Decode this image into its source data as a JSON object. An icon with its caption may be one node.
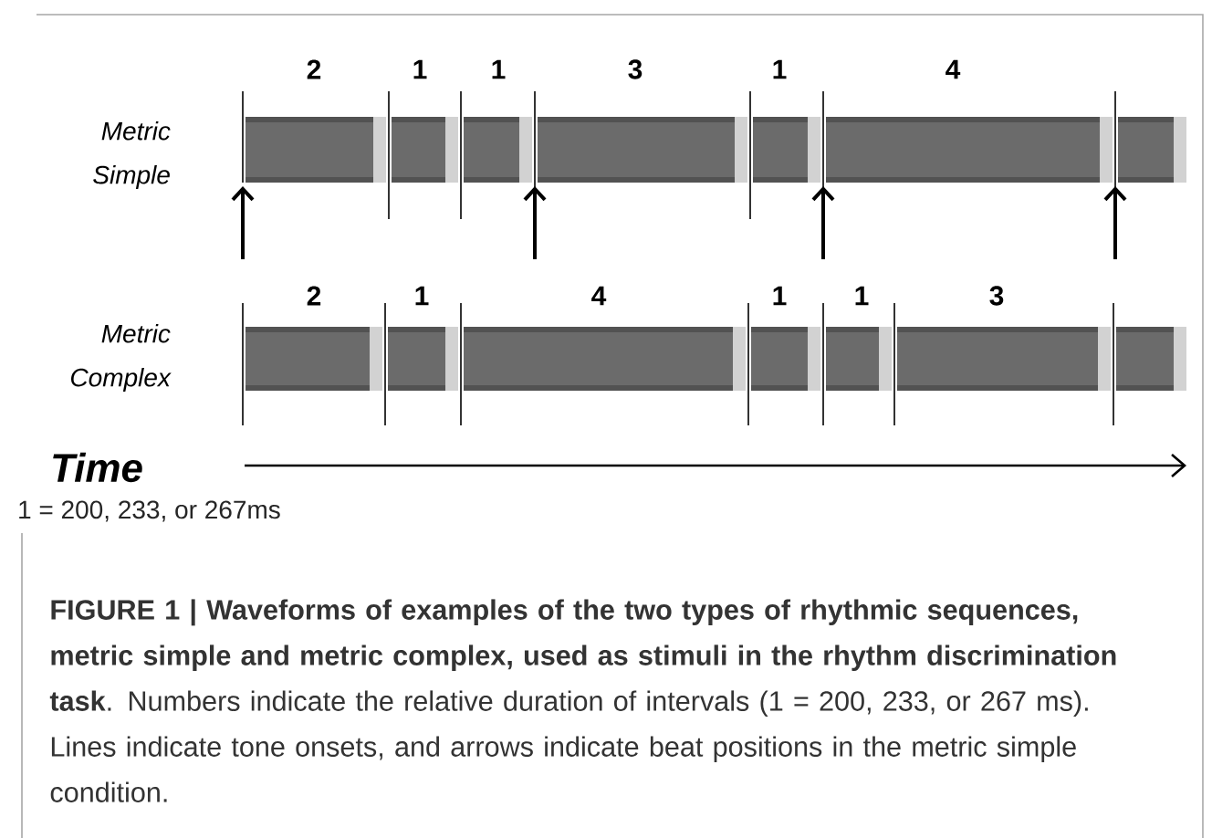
{
  "diagram": {
    "caption": "**FIGURE 1 | Waveforms of examples of the two types of rhythmic sequences, metric simple and metric complex, used as stimuli in the rhythm discrimination task**. Numbers indicate the relative duration of intervals (1 = 200, 233, or 267 ms). Lines indicate tone onsets, and arrows indicate beat positions in the metric simple condition.",
    "labels": [
      "Metric Simple",
      "2",
      "1",
      "1",
      "3",
      "1",
      "4",
      "Metric Complex",
      "2",
      "1",
      "4",
      "1",
      "1",
      "3",
      "Time",
      "1 = 200, 233, or 267ms"
    ]
  }
}
